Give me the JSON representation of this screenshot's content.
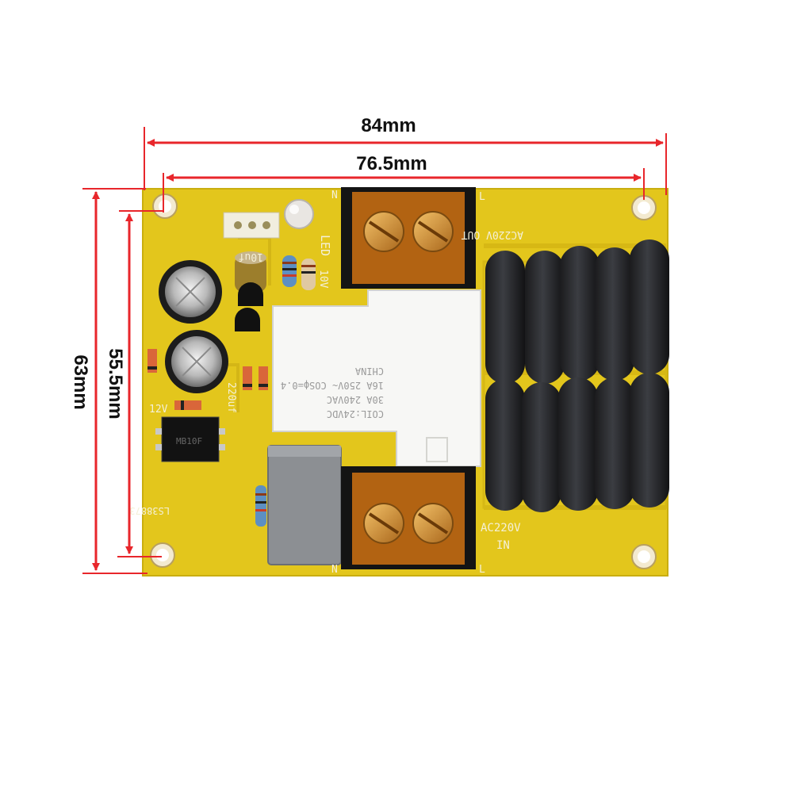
{
  "dimensions": {
    "width_outer": "84mm",
    "width_inner": "76.5mm",
    "height_outer": "63mm",
    "height_inner": "55.5mm",
    "line_color": "#e8262b"
  },
  "board": {
    "pcb_color": "#e2c51a",
    "relay_lines": [
      "COIL:24VDC",
      "30A 240VAC",
      "16A 250V~ COSϕ=0.4",
      "CHINA"
    ],
    "terminal_out_label": "AC220V OUT",
    "terminal_in_label_1": "AC220V",
    "terminal_in_label_2": "IN",
    "led_label": "LED",
    "cap_label_10uf": "10uf",
    "cap_label_220uf": "220uf",
    "label_12v": "12V",
    "label_10v": "10V",
    "part_number": "LS38873",
    "bridge_label": "MB10F",
    "terminal_mark_l": "L",
    "terminal_mark_n": "N"
  }
}
